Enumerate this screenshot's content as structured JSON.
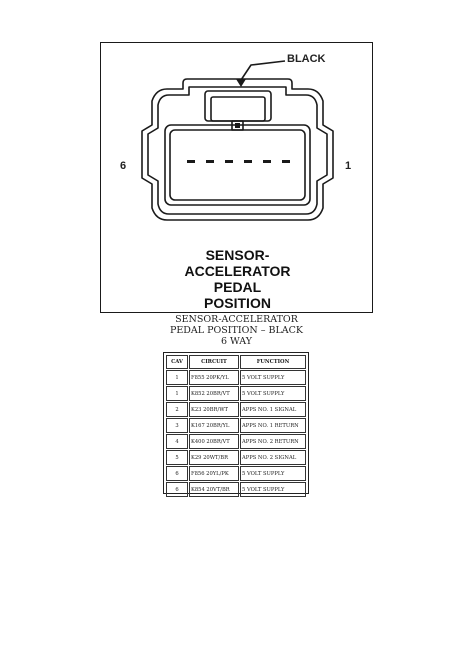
{
  "connector": {
    "color_label": "BLACK",
    "pin_left": "6",
    "pin_right": "1",
    "title_lines": [
      "SENSOR-",
      "ACCELERATOR",
      "PEDAL",
      "POSITION"
    ]
  },
  "caption": {
    "lines": [
      "SENSOR-ACCELERATOR",
      "PEDAL POSITION – BLACK",
      "6 WAY"
    ]
  },
  "pin_table": {
    "headers": {
      "cav": "CAV",
      "circuit": "CIRCUIT",
      "function": "FUNCTION"
    },
    "rows": [
      {
        "cav": "1",
        "circuit": "F855 20PK/YL",
        "function": "5 VOLT SUPPLY"
      },
      {
        "cav": "1",
        "circuit": "K852 20BR/VT",
        "function": "5 VOLT SUPPLY"
      },
      {
        "cav": "2",
        "circuit": "K23 20BR/WT",
        "function": "APPS NO. 1 SIGNAL"
      },
      {
        "cav": "3",
        "circuit": "K167 20BR/YL",
        "function": "APPS NO. 1 RETURN"
      },
      {
        "cav": "4",
        "circuit": "K400 20BR/VT",
        "function": "APPS NO. 2 RETURN"
      },
      {
        "cav": "5",
        "circuit": "K29 20WT/BR",
        "function": "APPS NO. 2 SIGNAL"
      },
      {
        "cav": "6",
        "circuit": "F856 20YL/PK",
        "function": "5 VOLT SUPPLY"
      },
      {
        "cav": "6",
        "circuit": "K854 20VT/BR",
        "function": "5 VOLT SUPPLY"
      }
    ]
  }
}
